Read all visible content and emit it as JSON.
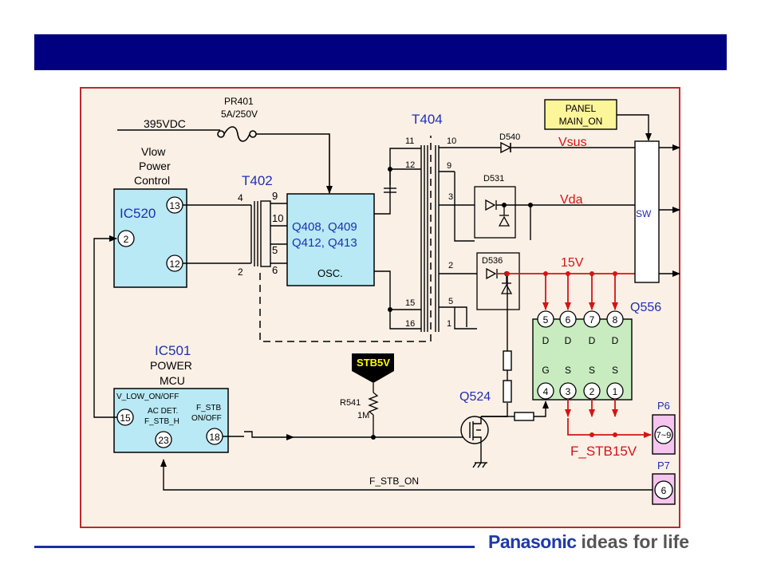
{
  "diagram": {
    "input_voltage": "395VDC",
    "fuse": {
      "ref": "PR401",
      "rating": "5A/250V"
    },
    "vlow_label": [
      "Vlow",
      "Power",
      "Control"
    ],
    "t402": {
      "name": "T402",
      "pins": [
        "9",
        "10",
        "5",
        "6",
        "4",
        "2"
      ]
    },
    "t404": {
      "name": "T404",
      "pins_left": [
        "11",
        "12",
        "15",
        "16"
      ],
      "pins_right": [
        "10",
        "9",
        "3",
        "2",
        "5",
        "1"
      ]
    },
    "ic520": {
      "name": "IC520",
      "pins": [
        "13",
        "2",
        "12"
      ]
    },
    "osc": {
      "lines": [
        "Q408, Q409",
        "Q412, Q413"
      ],
      "label": "OSC."
    },
    "d540": "D540",
    "d531": "D531",
    "d536": "D536",
    "vsus": "Vsus",
    "vda": "Vda",
    "v15": "15V",
    "panel": [
      "PANEL",
      "MAIN_ON"
    ],
    "sw": "SW",
    "q556": {
      "name": "Q556",
      "top_pins": [
        "5",
        "6",
        "7",
        "8"
      ],
      "drain": [
        "D",
        "D",
        "D",
        "D"
      ],
      "gate_source": [
        "G",
        "S",
        "S",
        "S"
      ],
      "bottom_pins": [
        "4",
        "3",
        "2",
        "1"
      ]
    },
    "ic501": {
      "name": "IC501",
      "sub": [
        "POWER",
        "MCU"
      ],
      "v_low": "V_LOW_ON/OFF",
      "ac_det": "AC DET.",
      "f_stb_h": "F_STB_H",
      "f_stb_label": [
        "F_STB",
        "ON/OFF"
      ],
      "pins": [
        "15",
        "23",
        "18"
      ]
    },
    "stb5v": "STB5V",
    "r541": [
      "R541",
      "1M"
    ],
    "q524": "Q524",
    "p6": {
      "name": "P6",
      "pin": "7~9"
    },
    "p7": {
      "name": "P7",
      "pin": "6"
    },
    "f_stb15v": "F_STB15V",
    "f_stb_on": "F_STB_ON",
    "colors": {
      "header": "#000080",
      "block_fill": "#b8e9f5",
      "q556_fill": "#c8ecc0",
      "connector_fill": "#f5c4ef",
      "panel_fill": "#fdf59a",
      "rail_red": "#d41414",
      "label_blue": "#1f2fb0"
    }
  },
  "footer": {
    "brand": "Panasonic",
    "tagline": "ideas for life"
  }
}
